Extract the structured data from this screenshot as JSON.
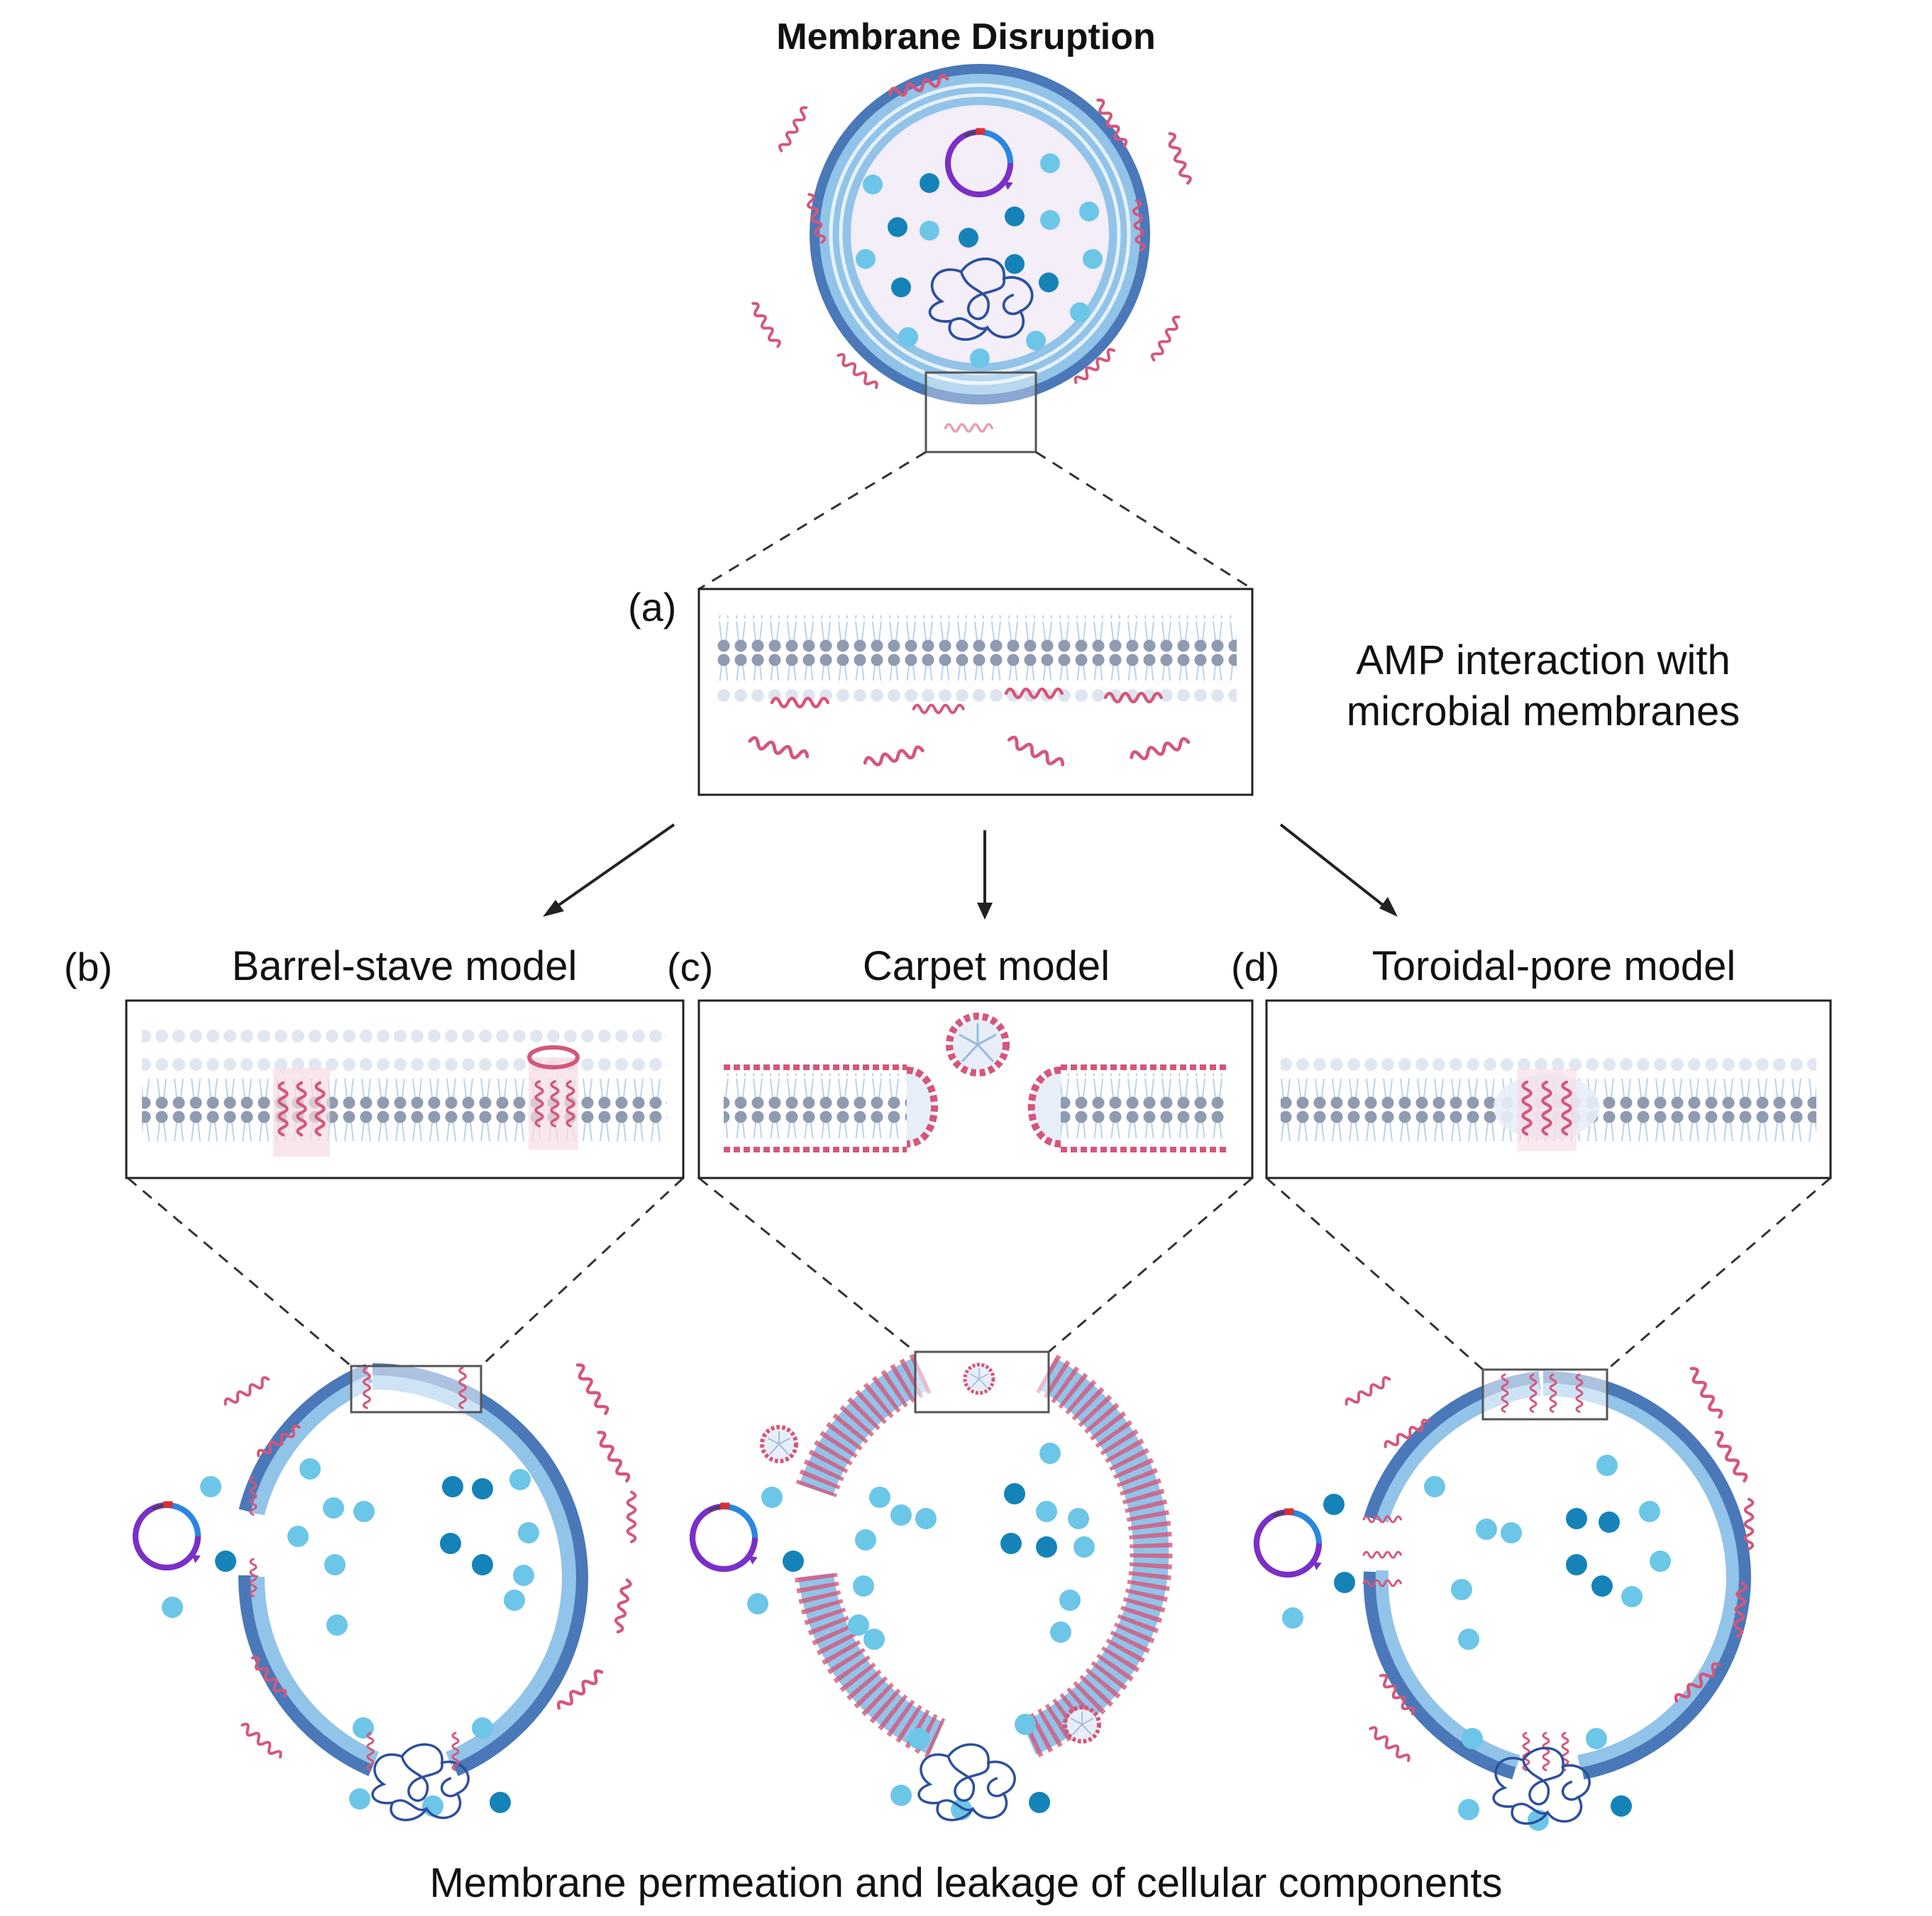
{
  "title": "Membrane Disruption",
  "panel_a": {
    "letter": "(a)",
    "side_text_line1": "AMP interaction with",
    "side_text_line2": "microbial membranes"
  },
  "panels": [
    {
      "id": "b",
      "letter": "(b)",
      "name": "Barrel-stave model"
    },
    {
      "id": "c",
      "letter": "(c)",
      "name": "Carpet model"
    },
    {
      "id": "d",
      "letter": "(d)",
      "name": "Toroidal-pore model"
    }
  ],
  "footer": "Membrane permeation and leakage of cellular components",
  "colors": {
    "peptide": "#d5567a",
    "lipid_head": "#8e9bb0",
    "lipid_tail": "#b9d3ec",
    "membrane_outer": "#4a78b8",
    "membrane_inner": "#92c3e8",
    "cytoplasm": "#f3eef8",
    "particle_light": "#6cc6e8",
    "particle_dark": "#1583b8",
    "dna": "#2c4f9e",
    "plasmid": "#7a2fc7",
    "plasmid_segment": "#2a86e0"
  }
}
